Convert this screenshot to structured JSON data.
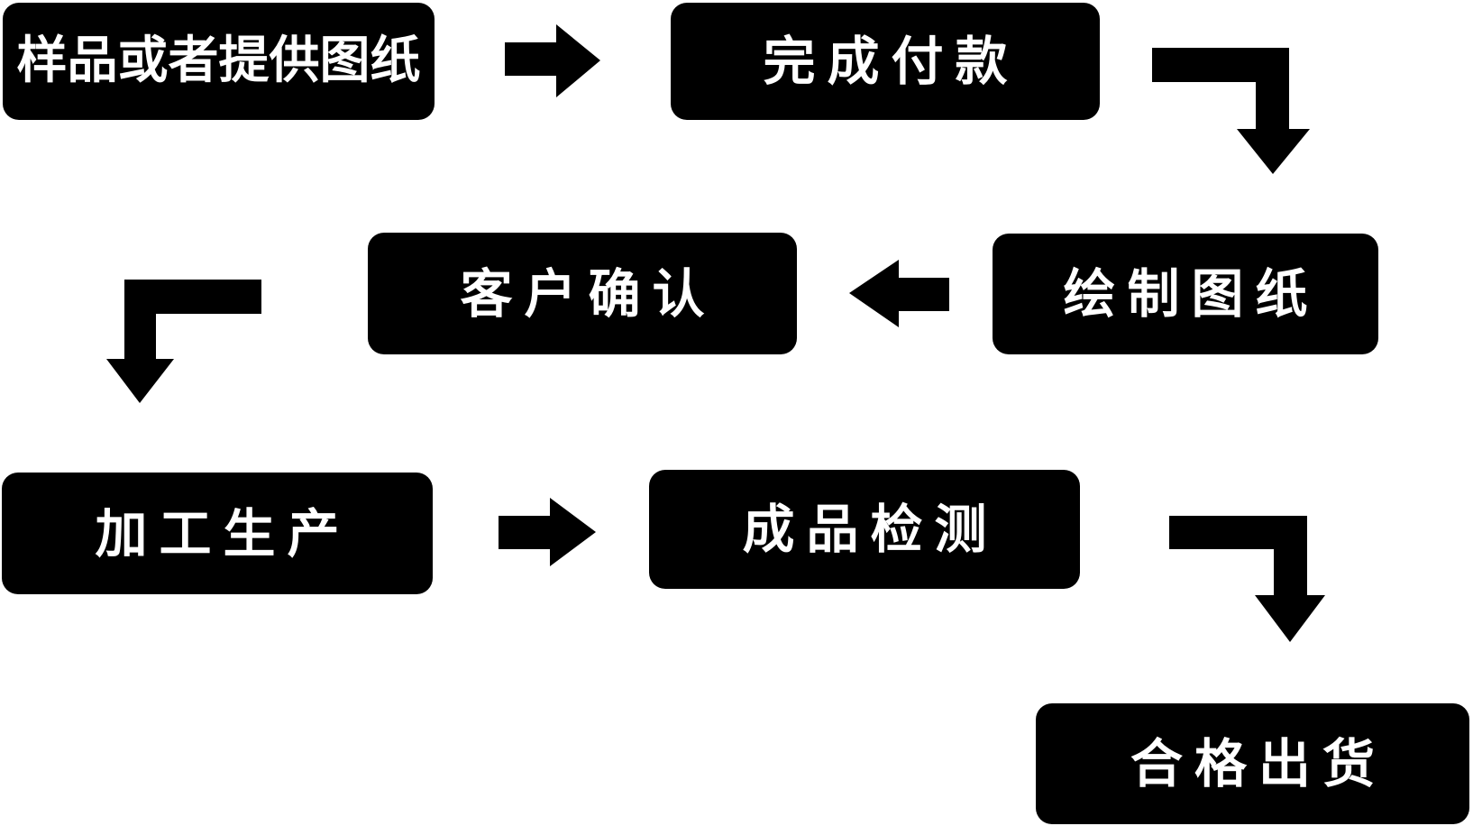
{
  "diagram": {
    "type": "flowchart",
    "background_color": "#ffffff",
    "node_fill_color": "#000000",
    "node_text_color": "#ffffff",
    "arrow_color": "#000000",
    "nodes": [
      {
        "id": "sample-or-drawing",
        "label": "样品或者提供图纸"
      },
      {
        "id": "complete-payment",
        "label": "完成付款"
      },
      {
        "id": "draw-drawings",
        "label": "绘制图纸"
      },
      {
        "id": "customer-confirmation",
        "label": "客户确认"
      },
      {
        "id": "processing-production",
        "label": "加工生产"
      },
      {
        "id": "product-inspection",
        "label": "成品检测"
      },
      {
        "id": "qualified-shipment",
        "label": "合格出货"
      }
    ],
    "edges": [
      {
        "from": "样品或者提供图纸",
        "to": "完成付款",
        "shape": "straight-right"
      },
      {
        "from": "完成付款",
        "to": "绘制图纸",
        "shape": "elbow-down-right"
      },
      {
        "from": "绘制图纸",
        "to": "客户确认",
        "shape": "straight-left"
      },
      {
        "from": "客户确认",
        "to": "加工生产",
        "shape": "elbow-down-left"
      },
      {
        "from": "加工生产",
        "to": "成品检测",
        "shape": "straight-right"
      },
      {
        "from": "成品检测",
        "to": "合格出货",
        "shape": "elbow-down-right"
      }
    ]
  }
}
